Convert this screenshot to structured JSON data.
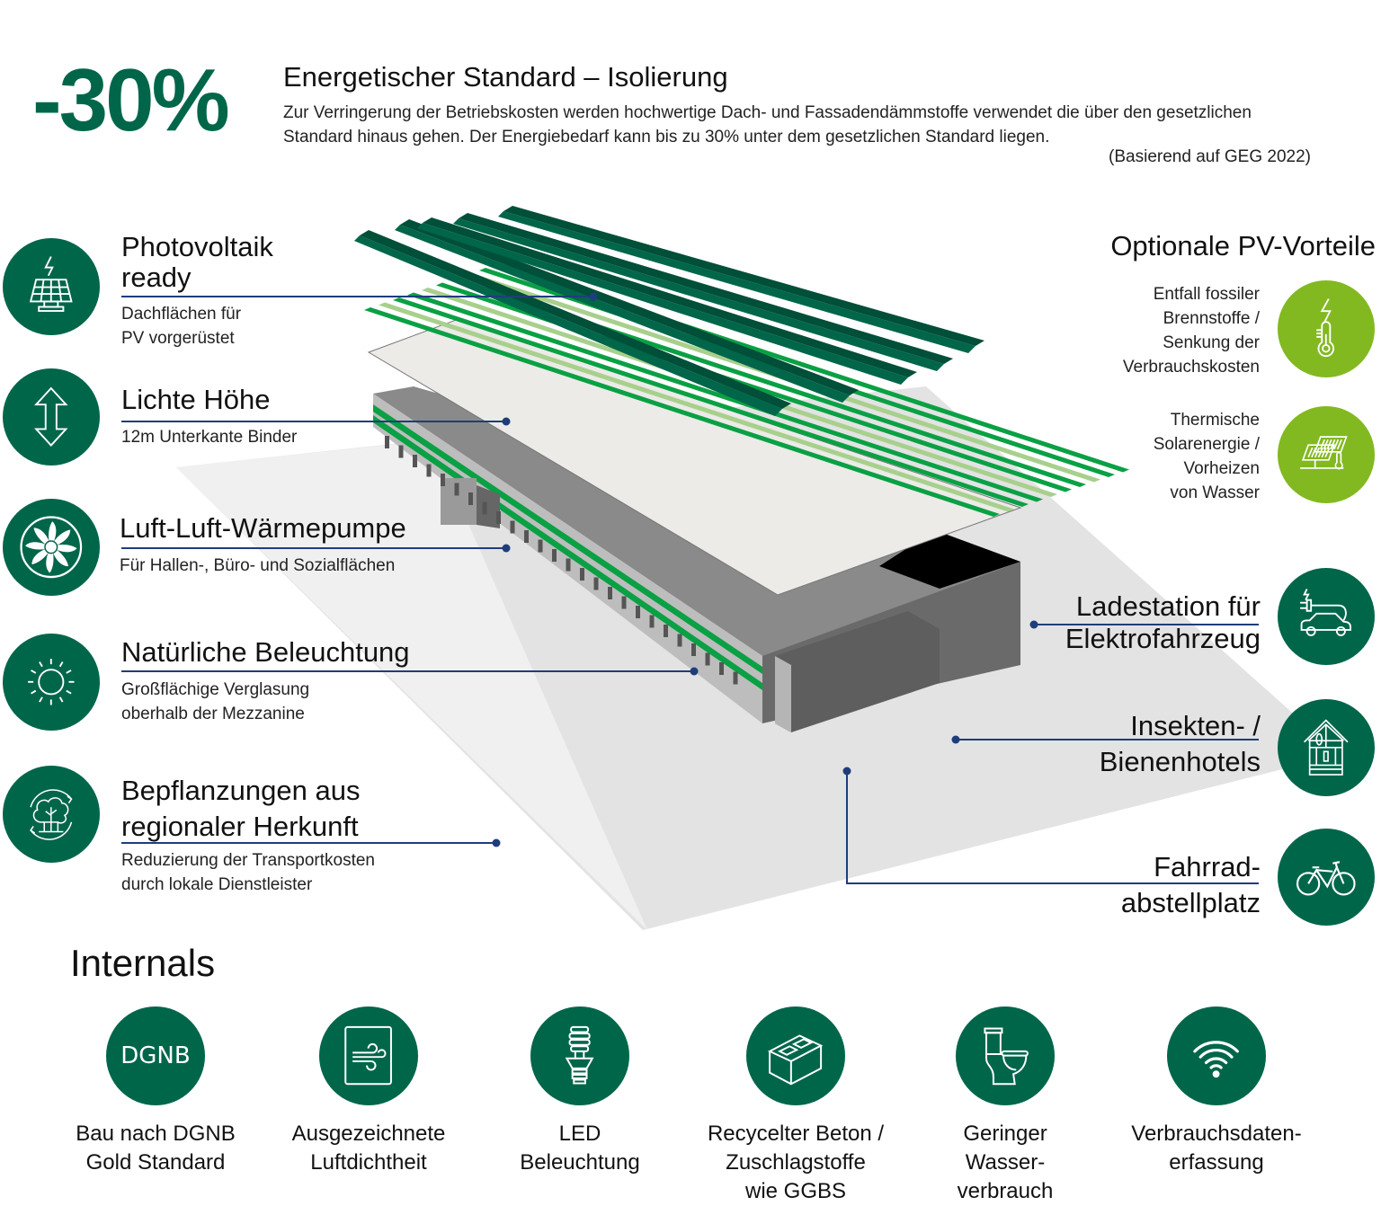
{
  "header": {
    "percentage": "-30%",
    "title": "Energetischer Standard – Isolierung",
    "body": "Zur Verringerung der Betriebskosten werden hochwertige Dach- und Fassadendämmstoffe verwendet die über den gesetzlichen Standard hinaus gehen. Der Energiebedarf kann bis zu 30% unter dem gesetzlichen Standard liegen.",
    "note": "(Basierend auf GEG 2022)"
  },
  "left_features": [
    {
      "icon": "solar-panel-icon",
      "title_lines": [
        "Photovoltaik",
        "ready"
      ],
      "sub_lines": [
        "Dachflächen für",
        "PV vorgerüstet"
      ]
    },
    {
      "icon": "vertical-arrow-icon",
      "title_lines": [
        "Lichte Höhe"
      ],
      "sub_lines": [
        "12m Unterkante Binder"
      ]
    },
    {
      "icon": "fan-icon",
      "title_lines": [
        "Luft-Luft-Wärmepumpe"
      ],
      "sub_lines": [
        "Für Hallen-, Büro- und Sozialflächen"
      ]
    },
    {
      "icon": "sun-icon",
      "title_lines": [
        "Natürliche Beleuchtung"
      ],
      "sub_lines": [
        "Großflächige Verglasung",
        "oberhalb der Mezzanine"
      ]
    },
    {
      "icon": "trees-cycle-icon",
      "title_lines": [
        "Bepflanzungen aus",
        "regionaler Herkunft"
      ],
      "sub_lines": [
        "Reduzierung der Transportkosten",
        "durch lokale Dienstleister"
      ]
    }
  ],
  "pv_benefits": {
    "title": "Optionale PV-Vorteile",
    "items": [
      {
        "icon": "thermometer-bolt-icon",
        "lines": [
          "Entfall fossiler",
          "Brennstoffe /",
          "Senkung der",
          "Verbrauchskosten"
        ]
      },
      {
        "icon": "solar-thermal-icon",
        "lines": [
          "Thermische",
          "Solarenergie /",
          "Vorheizen",
          "von Wasser"
        ]
      }
    ]
  },
  "right_features": [
    {
      "icon": "ev-charging-icon",
      "title_lines": [
        "Ladestation für",
        "Elektrofahrzeug"
      ]
    },
    {
      "icon": "insect-hotel-icon",
      "title_lines": [
        "Insekten- /",
        "Bienenhotels"
      ]
    },
    {
      "icon": "bicycle-icon",
      "title_lines": [
        "Fahrrad-",
        "abstellplatz"
      ]
    }
  ],
  "internals": {
    "title": "Internals",
    "items": [
      {
        "icon": "dgnb-icon",
        "badge": "DGNB",
        "lines": [
          "Bau nach DGNB",
          "Gold Standard"
        ]
      },
      {
        "icon": "airtight-wind-icon",
        "lines": [
          "Ausgezeichnete",
          "Luftdichtheit"
        ]
      },
      {
        "icon": "led-bulb-icon",
        "lines": [
          "LED",
          "Beleuchtung"
        ]
      },
      {
        "icon": "concrete-block-icon",
        "lines": [
          "Recycelter Beton /",
          "Zuschlagstoffe",
          "wie GGBS"
        ]
      },
      {
        "icon": "toilet-icon",
        "lines": [
          "Geringer",
          "Wasser-",
          "verbrauch"
        ]
      },
      {
        "icon": "wifi-icon",
        "lines": [
          "Verbrauchsdaten-",
          "erfassung"
        ]
      }
    ]
  },
  "colors": {
    "dark_green": "#00664a",
    "lime_green": "#82b920",
    "leader_line": "#1f3d7a"
  }
}
